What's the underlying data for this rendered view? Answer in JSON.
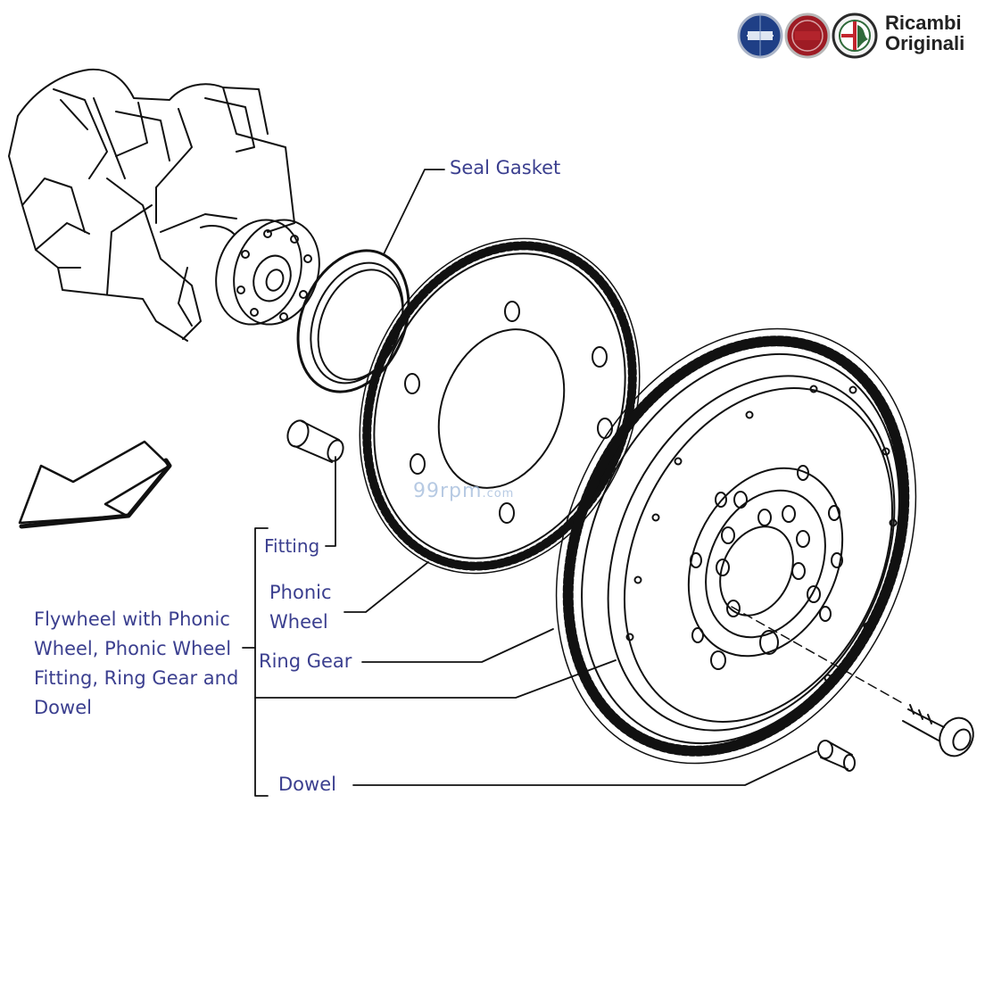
{
  "brand": {
    "line1": "Ricambi",
    "line2": "Originali",
    "logos": [
      "lancia-logo",
      "fiat-logo",
      "alfa-romeo-logo"
    ]
  },
  "watermark": {
    "main": "99rpm",
    "suffix": ".com"
  },
  "labels": {
    "seal_gasket": "Seal Gasket",
    "fitting": "Fitting",
    "phonic_wheel_1": "Phonic",
    "phonic_wheel_2": "Wheel",
    "ring_gear": "Ring Gear",
    "flywheel_assembly_1": "Flywheel with Phonic",
    "flywheel_assembly_2": "Wheel, Phonic Wheel",
    "flywheel_assembly_3": "Fitting, Ring Gear and",
    "flywheel_assembly_4": "Dowel",
    "dowel": "Dowel"
  },
  "colors": {
    "label_text": "#3b3f8f",
    "line": "#111111",
    "watermark": "#9fb9da"
  }
}
